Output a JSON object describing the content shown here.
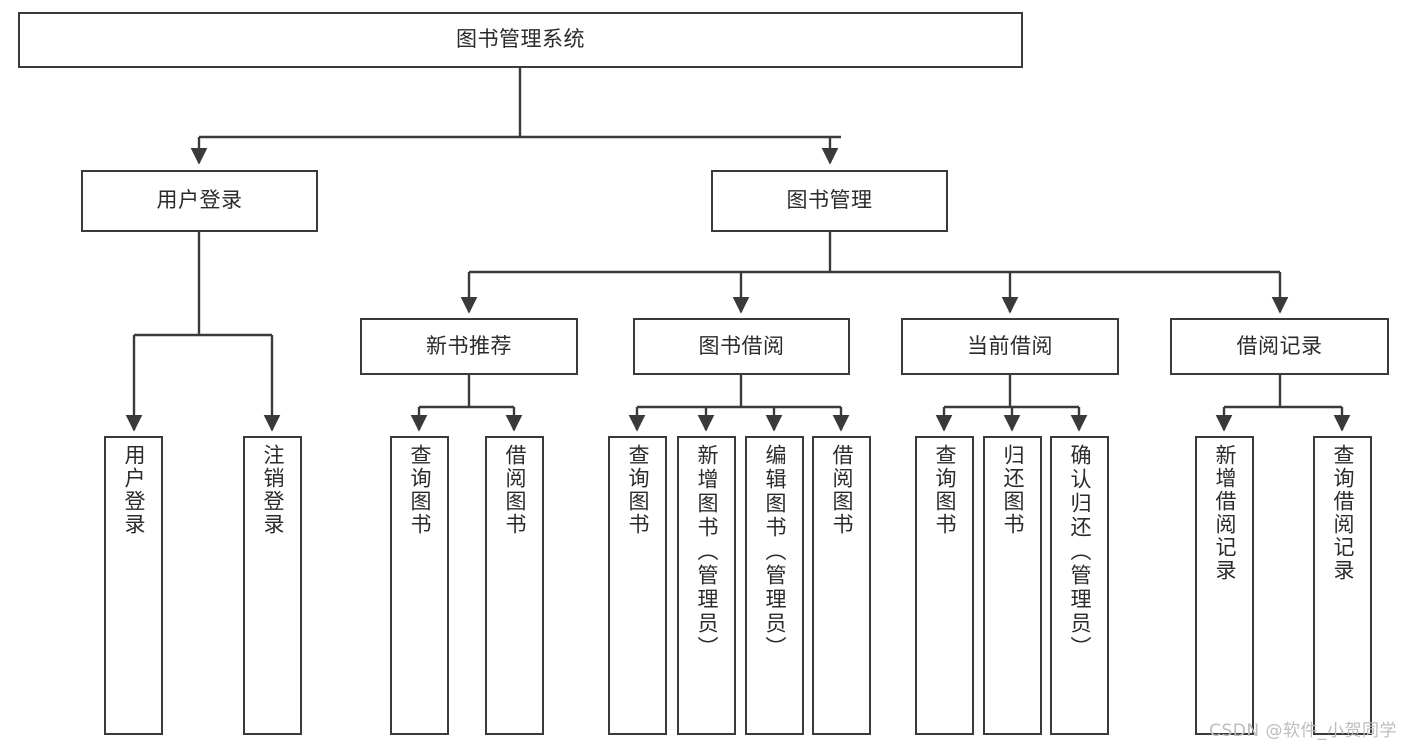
{
  "diagram": {
    "title": "图书管理系统",
    "type": "tree",
    "watermark": "CSDN @软件_小贺同学",
    "colors": {
      "stroke": "#3a3a3a",
      "fill": "#ffffff",
      "text": "#2b2b2b",
      "watermark": "#bdbdbd",
      "background": "#ffffff"
    },
    "root": {
      "label": "图书管理系统"
    },
    "level1": [
      {
        "label": "用户登录"
      },
      {
        "label": "图书管理"
      }
    ],
    "level2": [
      {
        "label": "新书推荐"
      },
      {
        "label": "图书借阅"
      },
      {
        "label": "当前借阅"
      },
      {
        "label": "借阅记录"
      }
    ],
    "leaves": {
      "user_login": [
        {
          "label": "用户登录"
        },
        {
          "label": "注销登录"
        }
      ],
      "new_book_recommend": [
        {
          "label": "查询图书"
        },
        {
          "label": "借阅图书"
        }
      ],
      "book_borrow": [
        {
          "label": "查询图书"
        },
        {
          "label": "新增图书（管理员）"
        },
        {
          "label": "编辑图书（管理员）"
        },
        {
          "label": "借阅图书"
        }
      ],
      "current_borrow": [
        {
          "label": "查询图书"
        },
        {
          "label": "归还图书"
        },
        {
          "label": "确认归还（管理员）"
        }
      ],
      "borrow_record": [
        {
          "label": "新增借阅记录"
        },
        {
          "label": "查询借阅记录"
        }
      ]
    }
  }
}
